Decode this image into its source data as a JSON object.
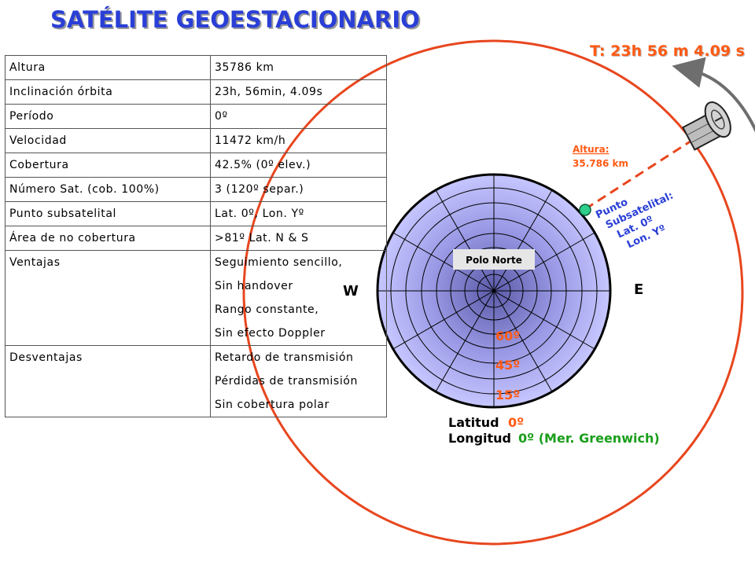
{
  "title": "SATÉLITE GEOESTACIONARIO",
  "period_label": "T: 23h 56 m 4.09 s",
  "table": {
    "rows": [
      {
        "key": "Altura",
        "lines": [
          "35786 km"
        ]
      },
      {
        "key": "Inclinación órbita",
        "lines": [
          "23h, 56min, 4.09s"
        ]
      },
      {
        "key": "Período",
        "lines": [
          "0º"
        ]
      },
      {
        "key": "Velocidad",
        "lines": [
          "11472 km/h"
        ]
      },
      {
        "key": "Cobertura",
        "lines": [
          "42.5% (0º elev.)"
        ]
      },
      {
        "key": "Número Sat. (cob. 100%)",
        "lines": [
          "3 (120º separ.)"
        ]
      },
      {
        "key": "Punto subsatelital",
        "lines": [
          "Lat. 0º, Lon. Yº"
        ]
      },
      {
        "key": "Área de no cobertura",
        "lines": [
          ">81º Lat. N & S"
        ]
      },
      {
        "key": "Ventajas",
        "lines": [
          "Seguimiento sencillo,",
          "Sin handover",
          "Rango constante,",
          "Sin efecto Doppler"
        ]
      },
      {
        "key": "Desventajas",
        "lines": [
          "Retardo de transmisión",
          "Pérdidas de transmisión",
          "Sin cobertura polar"
        ]
      }
    ]
  },
  "diagram": {
    "pole_label": "Polo Norte",
    "west_label": "W",
    "east_label": "E",
    "latitude_labels": [
      "60º",
      "45º",
      "15º"
    ],
    "latitud_word": "Latitud",
    "latitud_value": "0º",
    "longitud_word": "Longitud",
    "longitud_value": "0º (Mer. Greenwich)",
    "altura_label": "Altura:",
    "altura_value": "35.786 km",
    "subsat_lines": [
      "Punto",
      "Subsatelital:",
      "Lat. 0º",
      "Lon. Yº"
    ]
  },
  "colors": {
    "title": "#2a3fd6",
    "orbit": "#e8461e",
    "earth_fill": "#c4c4ff",
    "label_orange": "#ff5a14",
    "label_blue": "#2a3fd6",
    "label_green": "#1a9e1a",
    "subsat_point": "#2ecf8a"
  }
}
